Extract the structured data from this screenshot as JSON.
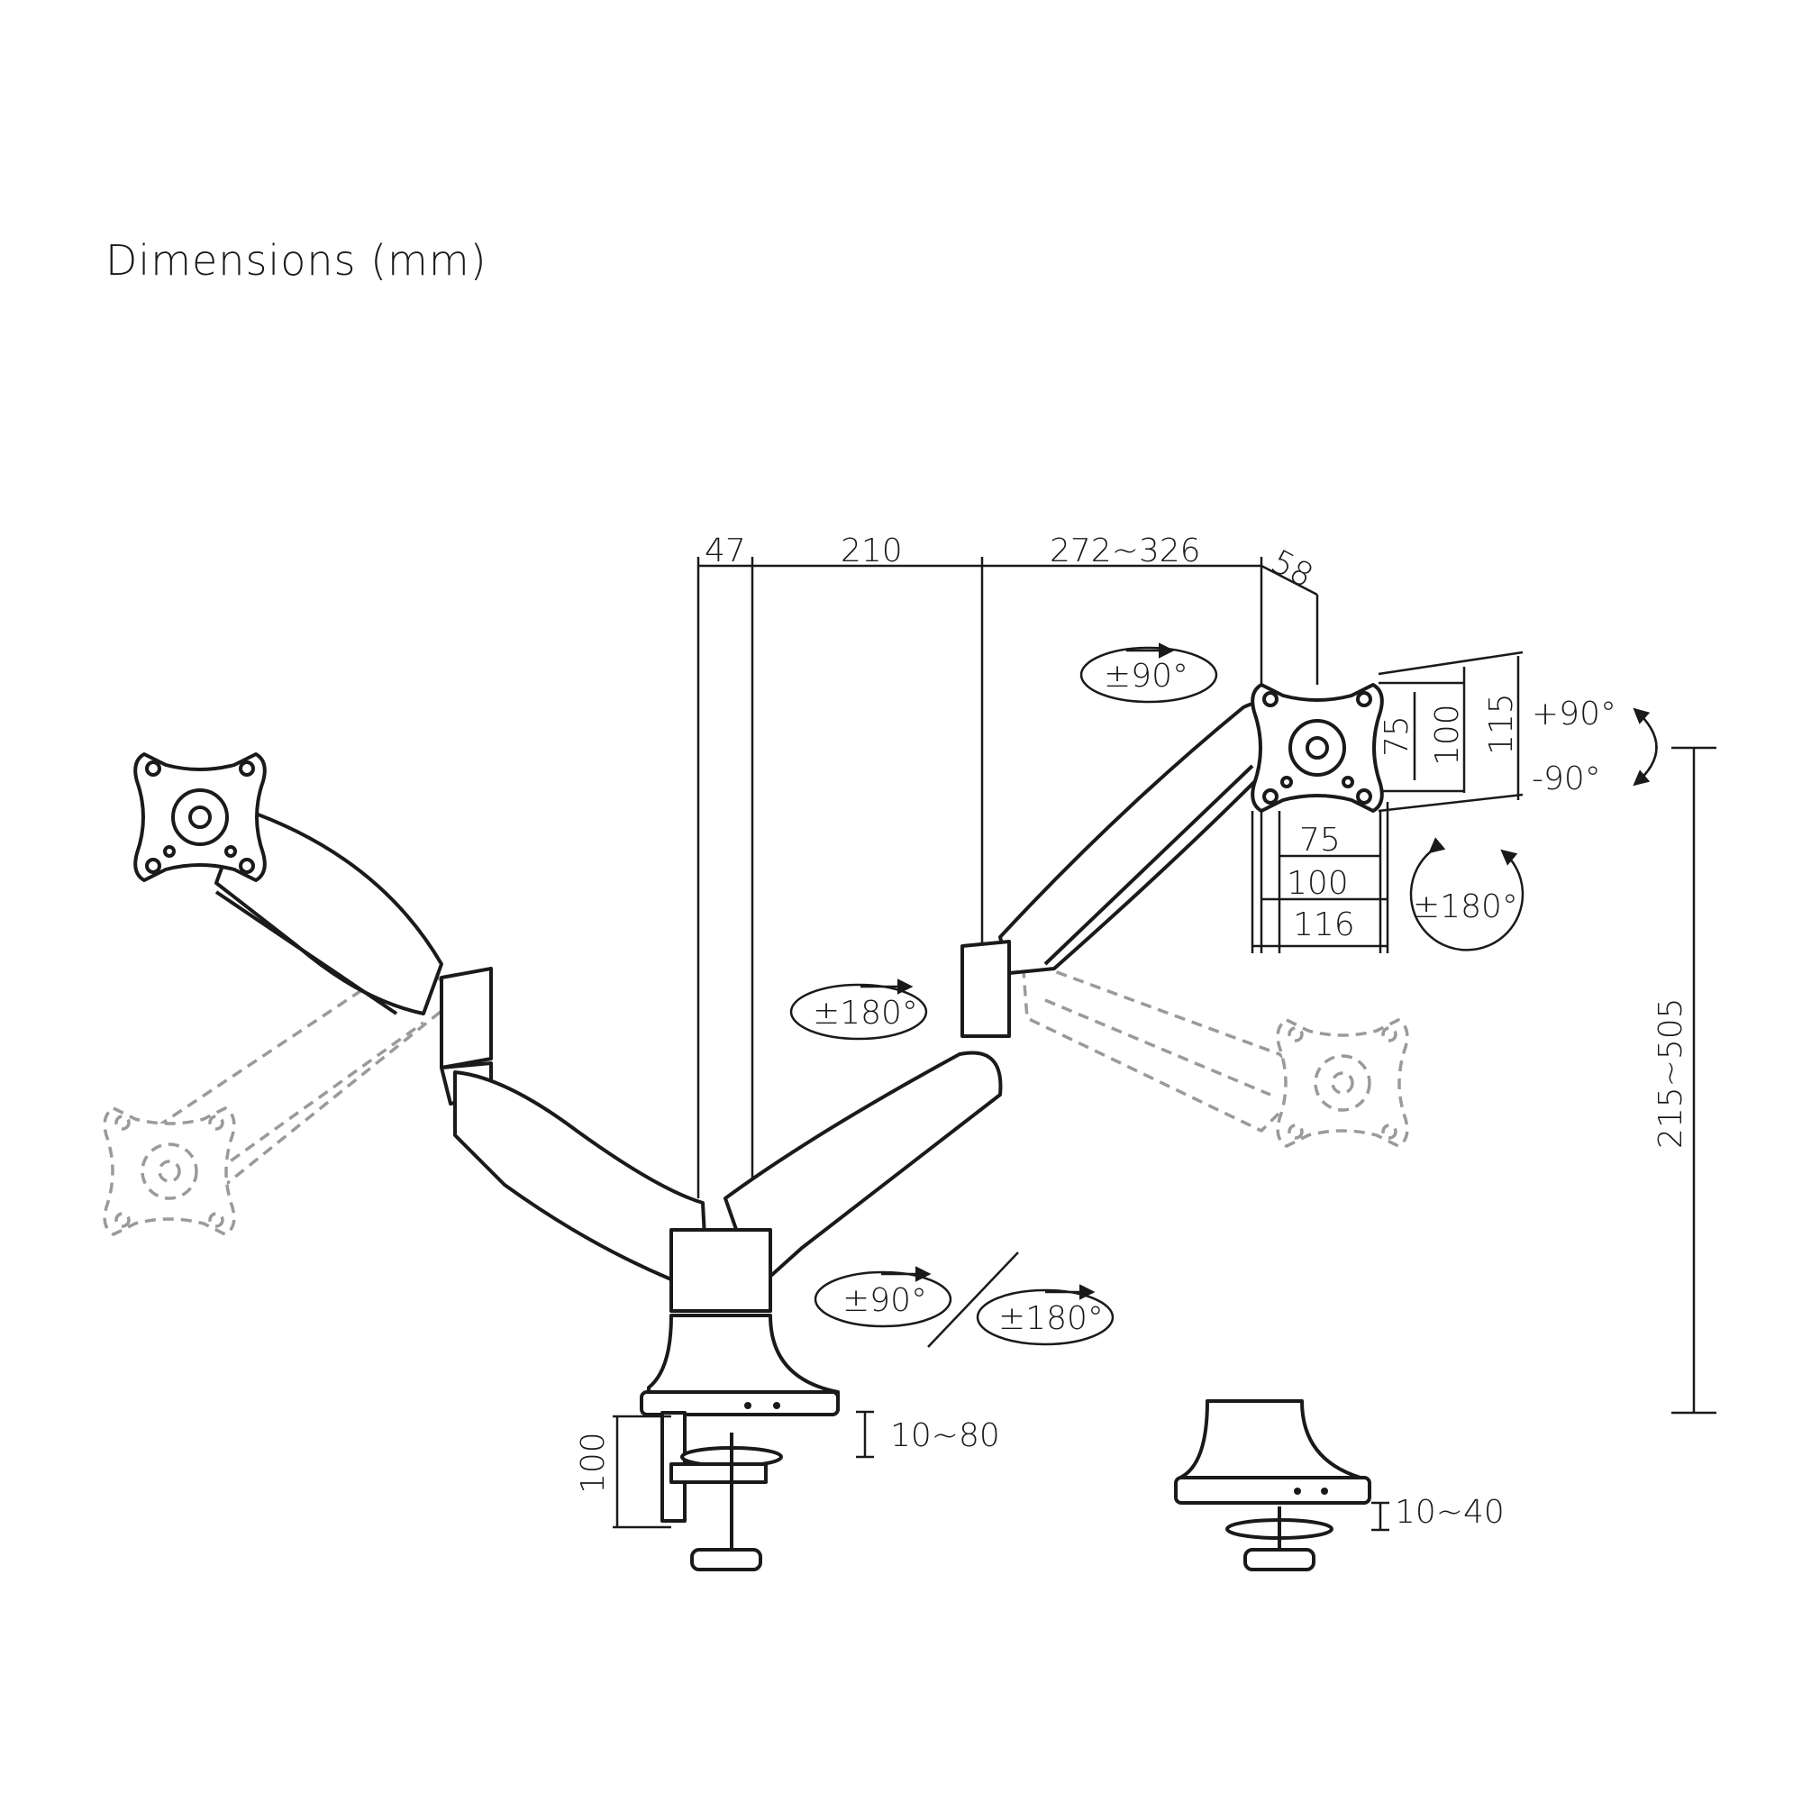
{
  "title": "Dimensions (mm)",
  "dimensions": {
    "post_depth": "47",
    "arm_segment": "210",
    "arm_reach": "272~326",
    "plate_depth": "58",
    "vesa_h_75": "75",
    "vesa_h_100": "100",
    "plate_height": "115",
    "vesa_w_75": "75",
    "vesa_w_100": "100",
    "plate_width": "116",
    "height_range": "215~505",
    "clamp_depth": "100",
    "clamp_thickness": "10~80",
    "grommet_thickness": "10~40"
  },
  "rotations": {
    "head_swivel": "±90°",
    "head_rotate": "±180°",
    "tilt_up": "+90°",
    "tilt_down": "-90°",
    "elbow_rotate": "±180°",
    "base_swivel": "±90°",
    "base_rotate": "±180°"
  },
  "colors": {
    "line": "#1a1a1a",
    "ghost": "#9a9a9a"
  }
}
